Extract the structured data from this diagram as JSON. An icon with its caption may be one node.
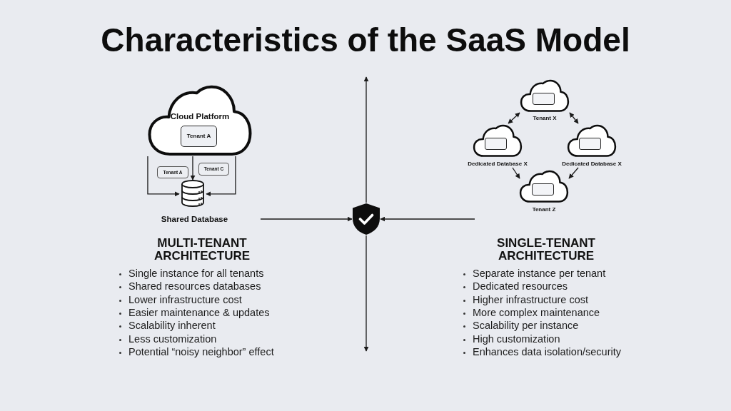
{
  "diagram": {
    "title": "Characteristics of the SaaS Model",
    "nodes": [
      {
        "text": [
          "Cloud Platform"
        ]
      },
      {
        "text": [
          "Tenant A"
        ],
        "in": 0
      },
      {
        "text": [
          "Tenant A"
        ]
      },
      {
        "text": [
          "Tenant C"
        ]
      },
      {
        "text": [
          "Shared Database"
        ]
      },
      {
        "text": [],
        "shape": "shield"
      },
      {
        "text": [
          "Tenant X"
        ]
      },
      {
        "text": [],
        "shape": "box",
        "in": 6
      },
      {
        "text": [
          "Dedicated Database X"
        ]
      },
      {
        "text": [],
        "shape": "box",
        "in": 8
      },
      {
        "text": [
          "Dedicated Database X"
        ]
      },
      {
        "text": [],
        "shape": "box",
        "in": 10
      },
      {
        "text": [
          "Tenant Z"
        ]
      },
      {
        "text": [],
        "shape": "box",
        "in": 12
      }
    ],
    "edges": [
      {
        "from": 0,
        "to": 4,
        "arrow": "to"
      },
      {
        "from": 0,
        "to": 4,
        "arrow": "to"
      },
      {
        "from": 0,
        "to": 4,
        "arrow": "to"
      },
      {
        "from": null,
        "to": 5,
        "arrow": "to"
      },
      {
        "from": null,
        "to": 5,
        "arrow": "to"
      },
      {
        "from": 5,
        "to": null,
        "arrow": "to"
      },
      {
        "from": 5,
        "to": null,
        "arrow": "to"
      },
      {
        "from": 6,
        "to": 8,
        "arrow": "both"
      },
      {
        "from": 6,
        "to": 10,
        "arrow": "both"
      },
      {
        "from": 8,
        "to": 12,
        "arrow": "to"
      },
      {
        "from": 10,
        "to": 12,
        "arrow": "to"
      }
    ],
    "labels": [
      "MULTI-TENANT ARCHITECTURE",
      "Single instance for all tenants",
      "Shared resources databases",
      "Lower infrastructure cost",
      "Easier maintenance & updates",
      "Scalability inherent",
      "Less customization",
      "Potential “noisy neighbor” effect",
      "SINGLE-TENANT ARCHITECTURE",
      "Separate instance per tenant",
      "Dedicated resources",
      "Higher infrastructure cost",
      "More complex maintenance",
      "Scalability per instance",
      "High customization",
      "Enhances data isolation/security"
    ]
  }
}
